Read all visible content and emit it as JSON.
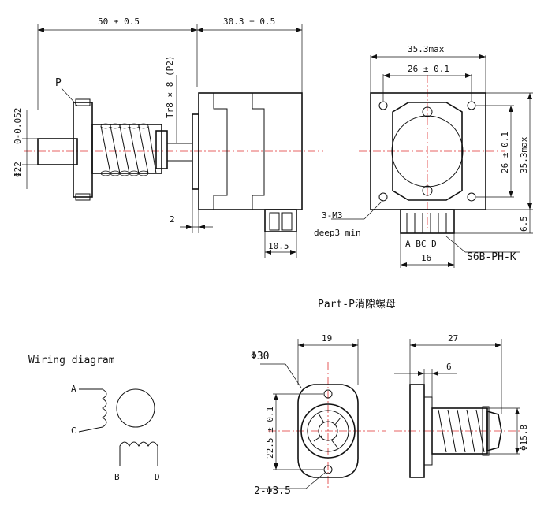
{
  "side_view": {
    "dim_length": "50 ± 0.5",
    "dim_body": "30.3 ± 0.5",
    "dim_shaft": "Φ22 0-0.052",
    "shaft_dia_main": "Φ22",
    "shaft_tol": "0-0.052",
    "thread": "Tr8 × 8 (P2)",
    "part_callout": "P",
    "dim_flange": "2",
    "dim_connector": "10.5"
  },
  "end_view": {
    "dim_max_width": "35.3max",
    "dim_hole_spacing": "26 ± 0.1",
    "dim_hole_spacing_v": "26 ± 0.1",
    "dim_max_height": "35.3max",
    "dim_conn_offset": "6.5",
    "screw_label_1": "3-M3",
    "screw_label_2": "deep3 min",
    "pins": "A BC D",
    "connector_label": "S6B-PH-K",
    "dim_connector_w": "16"
  },
  "part_p": {
    "title": "Part-P消隙螺母",
    "dim_outer": "Φ30",
    "dim_width": "19",
    "dim_hole_spacing": "22.5 ± 0.1",
    "hole_label": "2-Φ3.5",
    "dim_length": "27",
    "dim_flange": "6",
    "dim_spring": "Φ15.8"
  },
  "wiring": {
    "title": "Wiring diagram",
    "lead_a": "A",
    "lead_c": "C",
    "lead_b": "B",
    "lead_d": "D"
  }
}
